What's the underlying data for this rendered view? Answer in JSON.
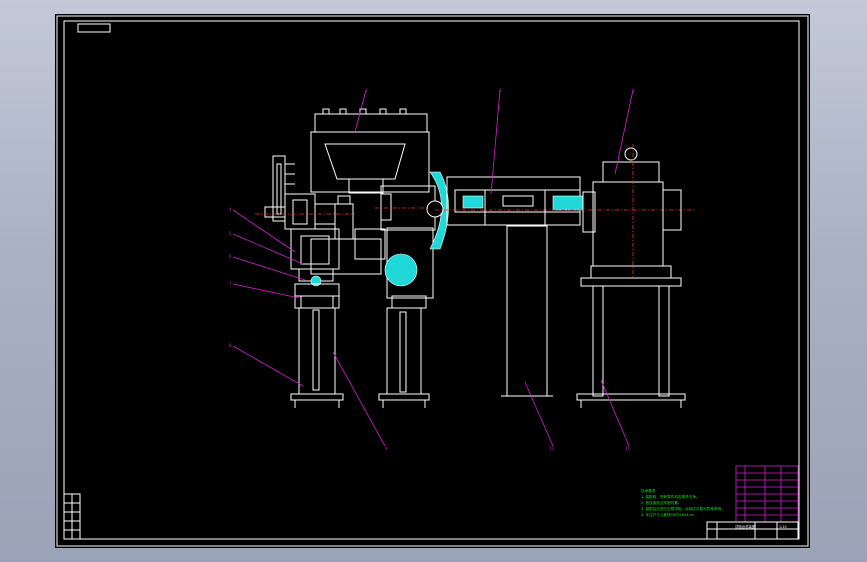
{
  "colors": {
    "background": "#000000",
    "outline": "#ffffff",
    "leader": "#d020d0",
    "centerline": "#ff2a2a",
    "highlight": "#20e0e0",
    "notes": "#20e020",
    "window": "#aab2c4"
  },
  "callouts": [
    "1",
    "2",
    "3",
    "4",
    "5",
    "6",
    "7",
    "8",
    "9",
    "10",
    "11",
    "12"
  ],
  "notes": {
    "heading": "技术要求",
    "lines": [
      "1. 装配前，所有零件均应清洗干净。",
      "2. 各连接处应牢固可靠。",
      "3. 装配后应进行空载试验，运转应平稳无异常声响。",
      "4. 未注尺寸公差按GB/T1804-m。"
    ]
  },
  "title_block": {
    "drawing_title": "试验台总装图",
    "scale": "1:10"
  }
}
